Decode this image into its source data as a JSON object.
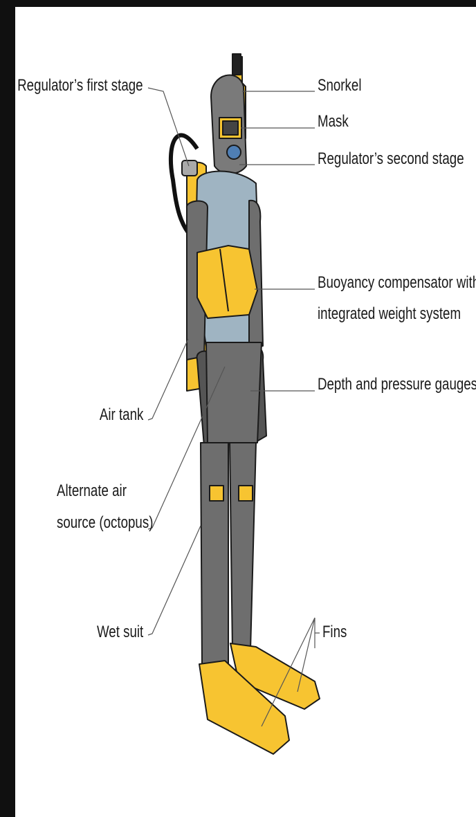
{
  "labels": {
    "regulator_first_stage": "Regulator’s first stage",
    "snorkel": "Snorkel",
    "mask": "Mask",
    "regulator_second_stage": "Regulator’s second stage",
    "bcd_line1": "Buoyancy compensator with",
    "bcd_line2": "integrated weight system",
    "gauges": "Depth and pressure gauges",
    "air_tank": "Air tank",
    "alt_air_line1": "Alternate air",
    "alt_air_line2": "source (octopus)",
    "wet_suit": "Wet suit",
    "fins": "Fins"
  },
  "colors": {
    "yellow": "#f7c431",
    "yellow_dark": "#c89a12",
    "suit_gray": "#6e6e6e",
    "suit_dark": "#4a4a4a",
    "light_gray": "#a9a9a9",
    "blue_gray": "#9fb4c2",
    "outline": "#1a1a1a",
    "leader": "#555555"
  }
}
